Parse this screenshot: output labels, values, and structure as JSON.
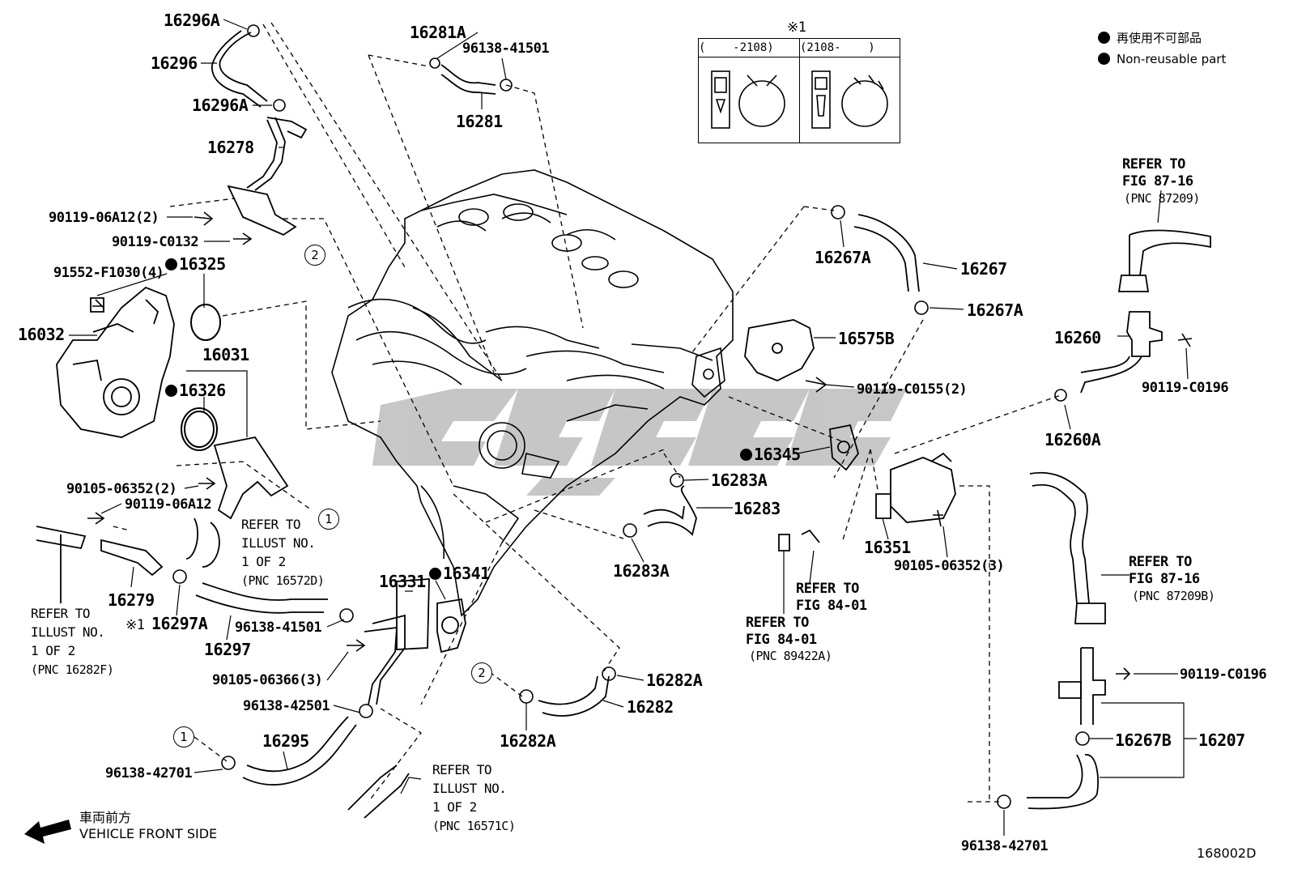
{
  "legend": {
    "jp": "再使用不可部品",
    "en": "Non-reusable part"
  },
  "inset": {
    "mark": "※1",
    "col1": "(    -2108)",
    "col2": "(2108-    )"
  },
  "labels": {
    "p16296A_1": "16296A",
    "p16296": "16296",
    "p16296A_2": "16296A",
    "p16278": "16278",
    "p90119_06A12_2": "90119-06A12(2)",
    "p90119_C0132": "90119-C0132",
    "p91552": "91552-F1030(4)",
    "p16325": "16325",
    "p16032": "16032",
    "p16031": "16031",
    "p16326": "16326",
    "p90105_06352_2": "90105-06352(2)",
    "p90119_06A12": "90119-06A12",
    "p16279": "16279",
    "mark1": "※1",
    "p16297A": "16297A",
    "p16297": "16297",
    "p96138_41501_b": "96138-41501",
    "p90105_06366": "90105-06366(3)",
    "p96138_42501": "96138-42501",
    "p16295": "16295",
    "p96138_42701_l": "96138-42701",
    "p16331": "16331",
    "p16341": "16341",
    "p16281A": "16281A",
    "p96138_41501_t": "96138-41501",
    "p16281": "16281",
    "p16267A_1": "16267A",
    "p16267": "16267",
    "p16267A_2": "16267A",
    "p16575B": "16575B",
    "p90119_C0155": "90119-C0155(2)",
    "p16345": "16345",
    "p16283A_1": "16283A",
    "p16283": "16283",
    "p16283A_2": "16283A",
    "p16282A_1": "16282A",
    "p16282": "16282",
    "p16282A_2": "16282A",
    "p16351": "16351",
    "p90105_06352_3": "90105-06352(3)",
    "p16260": "16260",
    "p90119_C0196_1": "90119-C0196",
    "p16260A": "16260A",
    "p90119_C0196_2": "90119-C0196",
    "p16267B": "16267B",
    "p16207": "16207",
    "p96138_42701_r": "96138-42701"
  },
  "refs": {
    "r87209_1": "REFER TO",
    "r87209_2": "FIG 87-16",
    "r87209_3": "(PNC 87209)",
    "r87209B_1": "REFER TO",
    "r87209B_2": "FIG 87-16",
    "r87209B_3": "(PNC 87209B)",
    "r8401a_1": "REFER TO",
    "r8401a_2": "FIG 84-01",
    "r8401b_1": "REFER TO",
    "r8401b_2": "FIG 84-01",
    "r8401b_3": "(PNC 89422A)",
    "r16572D_1": "REFER TO",
    "r16572D_2": "ILLUST NO.",
    "r16572D_3": "1 OF 2",
    "r16572D_4": "(PNC 16572D)",
    "r16282F_1": "REFER TO",
    "r16282F_2": "ILLUST NO.",
    "r16282F_3": "1 OF 2",
    "r16282F_4": "(PNC 16282F)",
    "r16571C_1": "REFER TO",
    "r16571C_2": "ILLUST NO.",
    "r16571C_3": "1 OF 2",
    "r16571C_4": "(PNC 16571C)"
  },
  "circles": {
    "c1a": "1",
    "c1b": "1",
    "c2a": "2",
    "c2b": "2"
  },
  "front": {
    "jp": "車両前方",
    "en": "VEHICLE FRONT SIDE"
  },
  "figure_code": "168002D",
  "icons": [
    "engine-block-icon",
    "water-pump-icon",
    "hose-icon",
    "clamp-icon",
    "bolt-icon",
    "gasket-icon",
    "arrow-left-icon"
  ]
}
